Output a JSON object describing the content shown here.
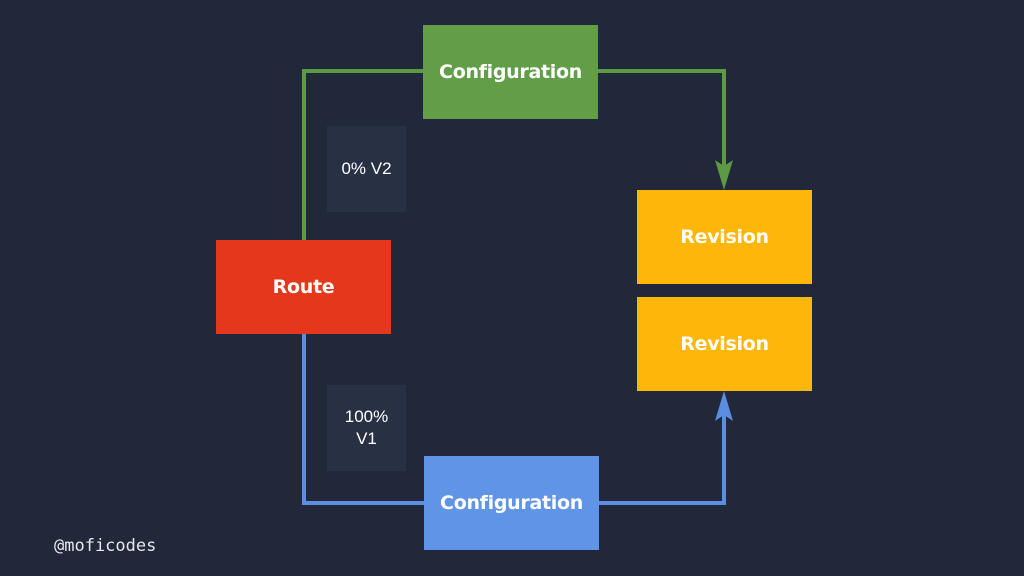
{
  "colors": {
    "background": "#212839",
    "configuration_top": "#629E47",
    "configuration_bottom": "#6094E6",
    "route": "#E4371C",
    "revision": "#FDB70A",
    "weight_box": "#283044",
    "arrow_top": "#5C9A43",
    "arrow_bottom": "#5B8EE0"
  },
  "nodes": {
    "configuration_top": {
      "label": "Configuration"
    },
    "configuration_bottom": {
      "label": "Configuration"
    },
    "route": {
      "label": "Route"
    },
    "revisions": [
      {
        "label": "Revision"
      },
      {
        "label": "Revision"
      }
    ]
  },
  "traffic": {
    "top": {
      "text": "0% V2"
    },
    "bottom": {
      "line1": "100%",
      "line2": "V1"
    }
  },
  "footer": {
    "handle": "@moficodes"
  }
}
